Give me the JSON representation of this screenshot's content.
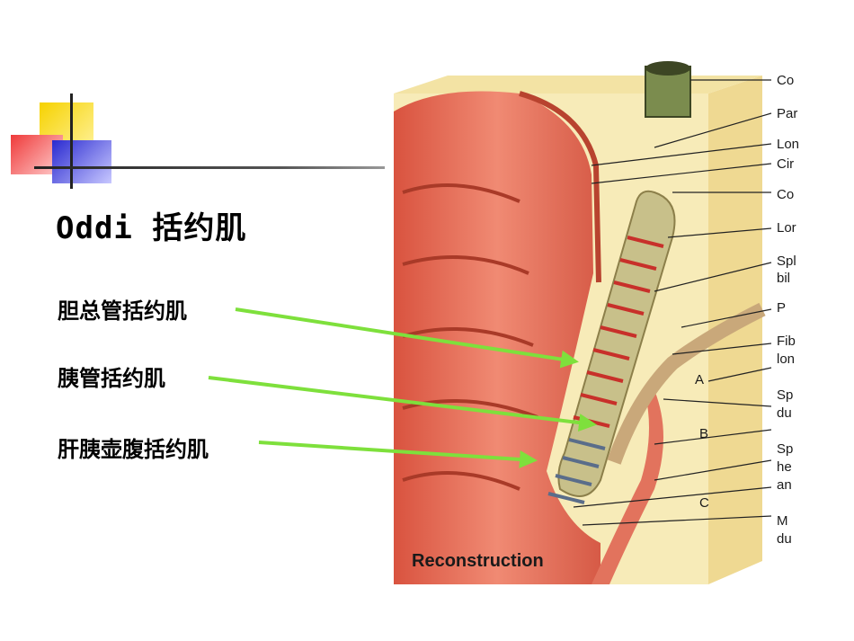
{
  "slide": {
    "title": "Oddi 括约肌",
    "labels": [
      "胆总管括约肌",
      "胰管括约肌",
      "肝胰壶腹括约肌"
    ]
  },
  "figure": {
    "caption": "Reconstruction",
    "side_labels": [
      "Co",
      "Par",
      "Lon",
      "Cir",
      "Co",
      "Lor",
      "Spl",
      "bil",
      "P",
      "Fib",
      "lon",
      "A",
      "Sp",
      "du",
      "B",
      "Sp",
      "he",
      "an",
      "C",
      "M",
      "du"
    ]
  },
  "colors": {
    "arrow": "#7ee03c",
    "muscle": "#e5735c",
    "tissue": "#f5e7a9",
    "deco_yellow": "#f6d200",
    "deco_red": "#ef3a3a",
    "deco_blue": "#2a2ad0"
  }
}
